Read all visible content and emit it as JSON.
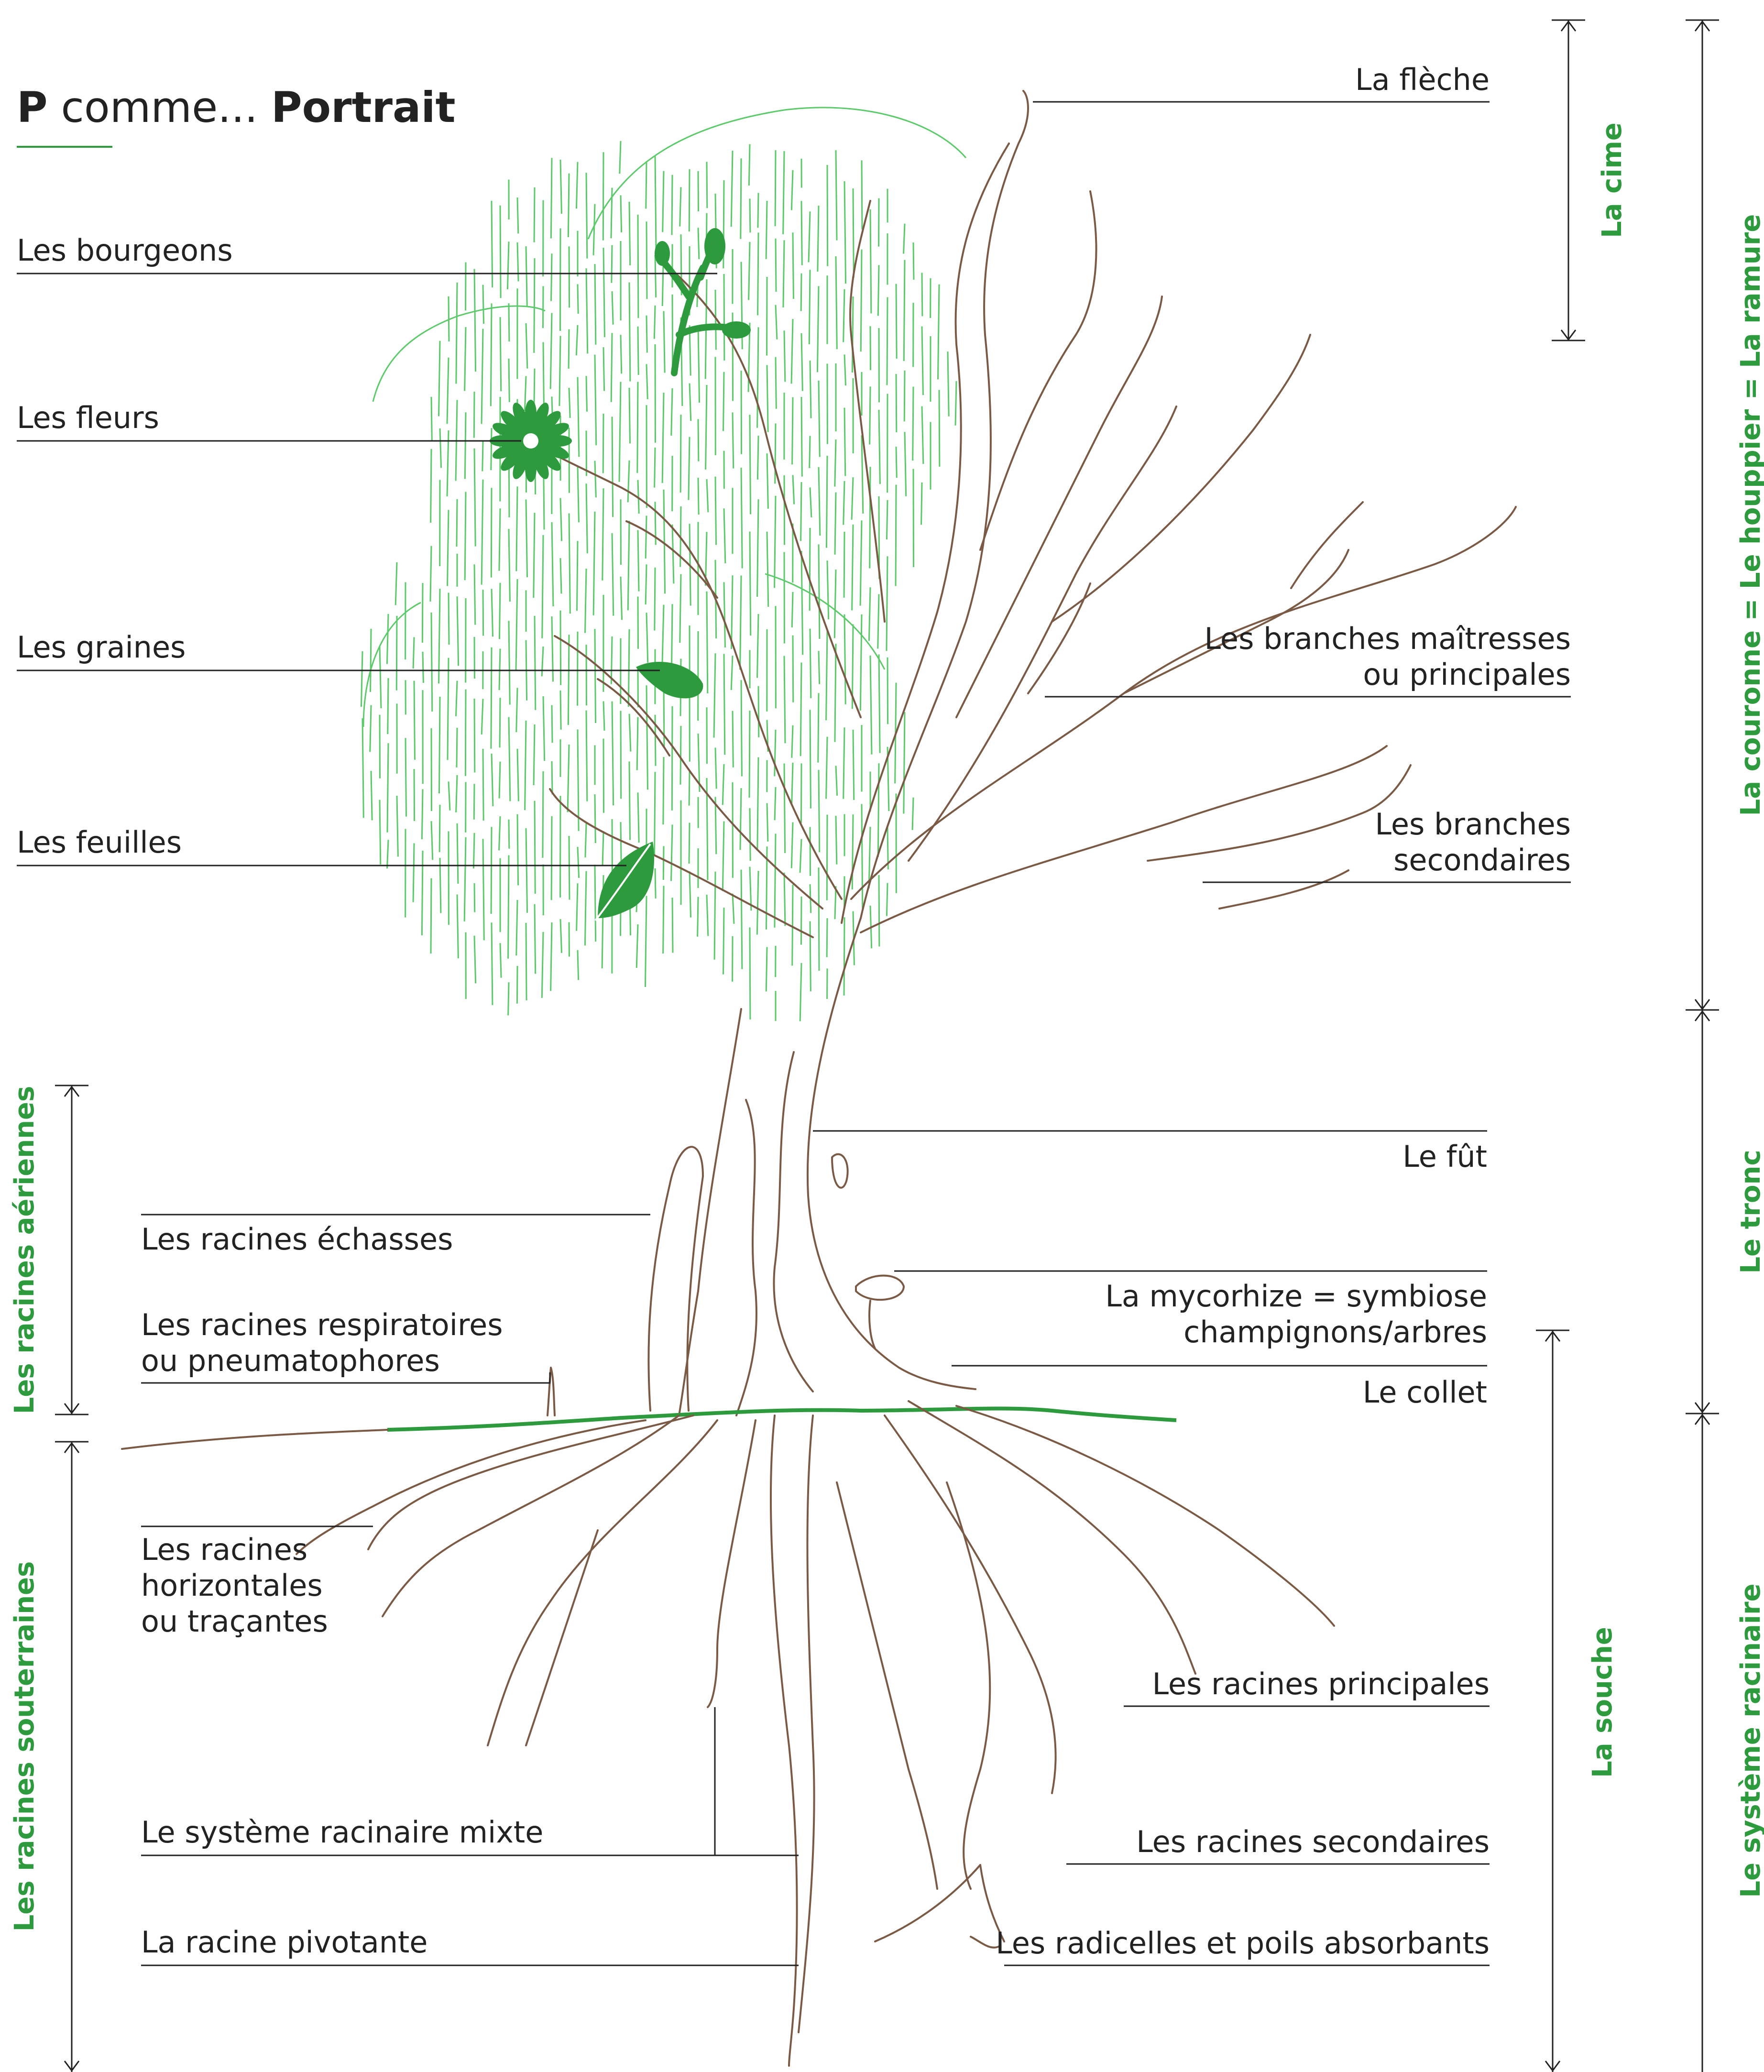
{
  "title": {
    "letter": "P",
    "prefix": " comme... ",
    "word": "Portrait"
  },
  "colors": {
    "accent": "#2e9a3e",
    "light_green": "#5cc96a",
    "trunk": "#7a5a45",
    "text": "#222222"
  },
  "labels_left": {
    "bourgeons": "Les bourgeons",
    "fleurs": "Les fleurs",
    "graines": "Les graines",
    "feuilles": "Les feuilles",
    "echasses": "Les racines échasses",
    "respiratoires_1": "Les racines respiratoires",
    "respiratoires_2": "ou pneumatophores",
    "horizontales_1": "Les racines",
    "horizontales_2": "horizontales",
    "horizontales_3": "ou traçantes",
    "mixte": "Le système racinaire mixte",
    "pivotante": "La racine pivotante"
  },
  "labels_right": {
    "fleche": "La flèche",
    "maitresses_1": "Les branches maîtresses",
    "maitresses_2": "ou principales",
    "secondaires_1": "Les branches",
    "secondaires_2": "secondaires",
    "fut": "Le fût",
    "mycorhize_1": "La mycorhize = symbiose",
    "mycorhize_2": "champignons/arbres",
    "collet": "Le collet",
    "racines_principales": "Les racines principales",
    "racines_secondaires": "Les racines secondaires",
    "radicelles": "Les radicelles et poils absorbants"
  },
  "sections": {
    "cime": "La cime",
    "couronne": "La couronne = Le houppier = La ramure",
    "tronc": "Le tronc",
    "systeme_racinaire": "Le système racinaire",
    "souche": "La souche",
    "racines_aeriennes": "Les racines aériennes",
    "racines_souterraines": "Les racines souterraines"
  }
}
